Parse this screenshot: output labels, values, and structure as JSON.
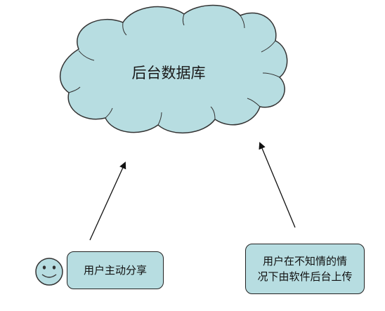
{
  "cloud": {
    "label": "后台数据库"
  },
  "boxes": {
    "left": {
      "label": "用户主动分享"
    },
    "right": {
      "line1": "用户在不知情的情",
      "line2": "况下由软件后台上传"
    }
  },
  "icons": {
    "smiley": "smiley-face-icon"
  },
  "colors": {
    "fill": "#b7dde1",
    "stroke": "#222222"
  }
}
